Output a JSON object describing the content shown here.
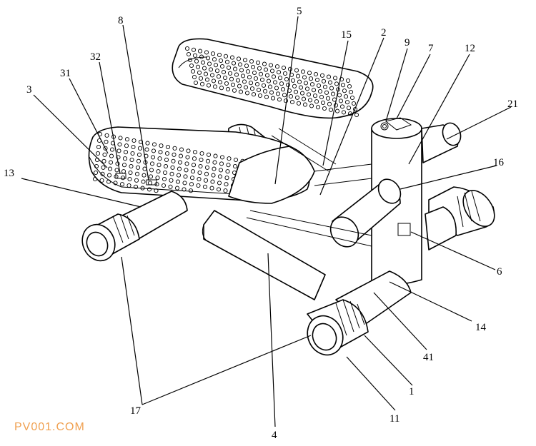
{
  "watermark": "PV001.COM",
  "labels": [
    {
      "id": "label-5",
      "text": "5"
    },
    {
      "id": "label-8",
      "text": "8"
    },
    {
      "id": "label-15",
      "text": "15"
    },
    {
      "id": "label-2",
      "text": "2"
    },
    {
      "id": "label-9",
      "text": "9"
    },
    {
      "id": "label-7",
      "text": "7"
    },
    {
      "id": "label-12",
      "text": "12"
    },
    {
      "id": "label-32",
      "text": "32"
    },
    {
      "id": "label-31",
      "text": "31"
    },
    {
      "id": "label-3",
      "text": "3"
    },
    {
      "id": "label-21",
      "text": "21"
    },
    {
      "id": "label-16",
      "text": "16"
    },
    {
      "id": "label-13",
      "text": "13"
    },
    {
      "id": "label-6",
      "text": "6"
    },
    {
      "id": "label-14",
      "text": "14"
    },
    {
      "id": "label-41",
      "text": "41"
    },
    {
      "id": "label-1",
      "text": "1"
    },
    {
      "id": "label-17",
      "text": "17"
    },
    {
      "id": "label-11",
      "text": "11"
    },
    {
      "id": "label-4",
      "text": "4"
    }
  ]
}
